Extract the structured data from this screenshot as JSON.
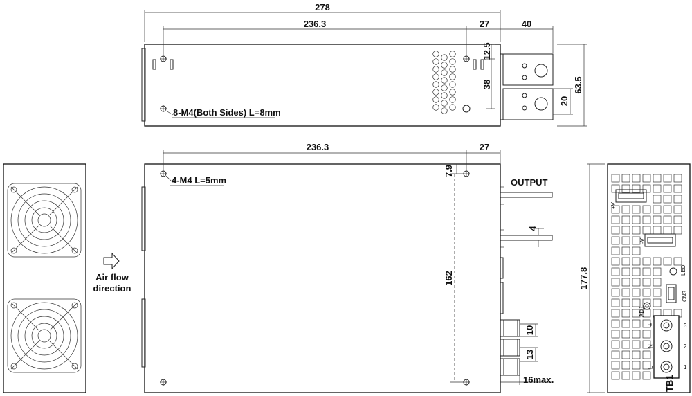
{
  "top_view": {
    "dim_overall": "278",
    "dim_holes": "236.3",
    "dim_right": "27",
    "dim_terminal": "40",
    "dim_hole_top": "12.5",
    "dim_hole_spacing": "38",
    "dim_height": "63.5",
    "dim_terminal_gap": "20",
    "note_screws": "8-M4(Both Sides) L=8mm"
  },
  "side_view": {
    "dim_holes": "236.3",
    "dim_right": "27",
    "dim_top_offset": "7.9",
    "dim_hole_spacing": "162",
    "dim_output_gap": "4",
    "dim_t1": "10",
    "dim_t2": "13",
    "dim_max": "16max.",
    "note_screws": "4-M4 L=5mm",
    "output_label": "OUTPUT"
  },
  "airflow": {
    "line1": "Air flow",
    "line2": "direction"
  },
  "end_view": {
    "dim_height": "177.8",
    "label_vplus": "+V",
    "label_vminus": "-V",
    "label_led": "LED",
    "label_cn3": "CN3",
    "label_tb1": "TB1",
    "label_adj": "ADJ",
    "pin_labels": [
      "3",
      "2",
      "1"
    ],
    "terminal_labels": [
      "⏚",
      "N",
      "L"
    ]
  }
}
